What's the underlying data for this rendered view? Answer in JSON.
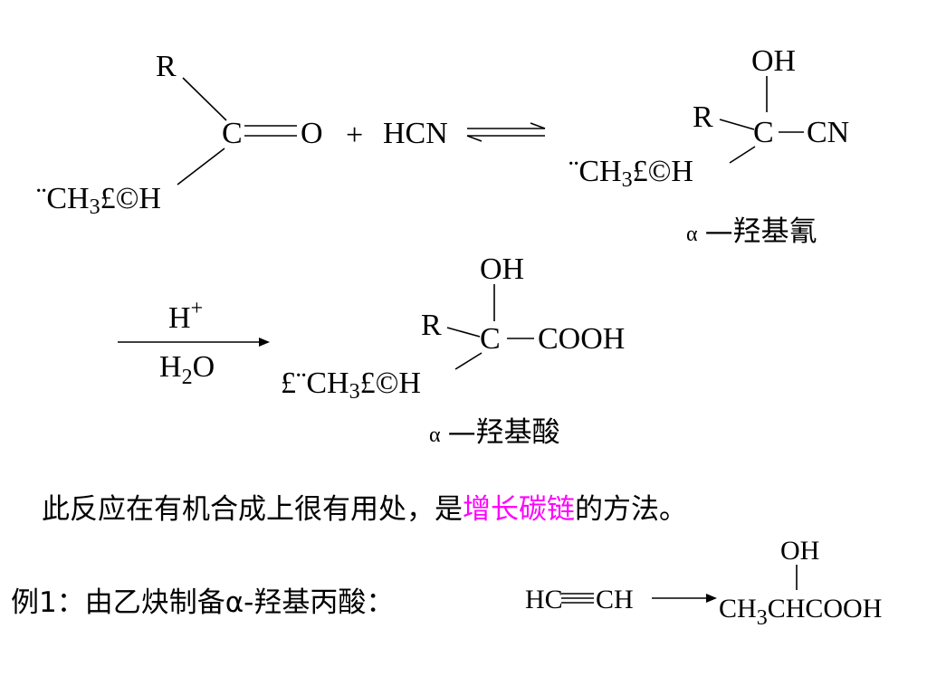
{
  "reaction1": {
    "reactant": {
      "r": "R",
      "c": "C",
      "o": "O",
      "sub_main": "¨CH",
      "sub_digit": "3",
      "sub_tail": "£©H"
    },
    "plus": "+",
    "reagent": "HCN",
    "product": {
      "oh": "OH",
      "r": "R",
      "c": "C",
      "cn": "CN",
      "sub_main": "¨CH",
      "sub_digit": "3",
      "sub_tail": "£©H"
    },
    "product_name_alpha": "α",
    "product_name": "—羟基氰"
  },
  "reaction2": {
    "condition_top": "H",
    "condition_top_sup": "+",
    "condition_bottom_h": "H",
    "condition_bottom_sub": "2",
    "condition_bottom_o": "O",
    "product": {
      "oh": "OH",
      "r": "R",
      "c": "C",
      "cooh": "COOH",
      "sub_main": "£¨CH",
      "sub_digit": "3",
      "sub_tail": "£©H"
    },
    "product_name_alpha": "α",
    "product_name": "—羟基酸"
  },
  "note": {
    "before": "此反应在有机合成上很有用处，是",
    "highlight": "增长碳链",
    "after": "的方法。",
    "highlight_color": "#ff00ff"
  },
  "example": {
    "label": "例1：由乙炔制备α-羟基丙酸：",
    "reactant_left": "HC",
    "reactant_right": "CH",
    "product_oh": "OH",
    "product_ch": "CH",
    "product_sub": "3",
    "product_rest": "CHCOOH"
  }
}
